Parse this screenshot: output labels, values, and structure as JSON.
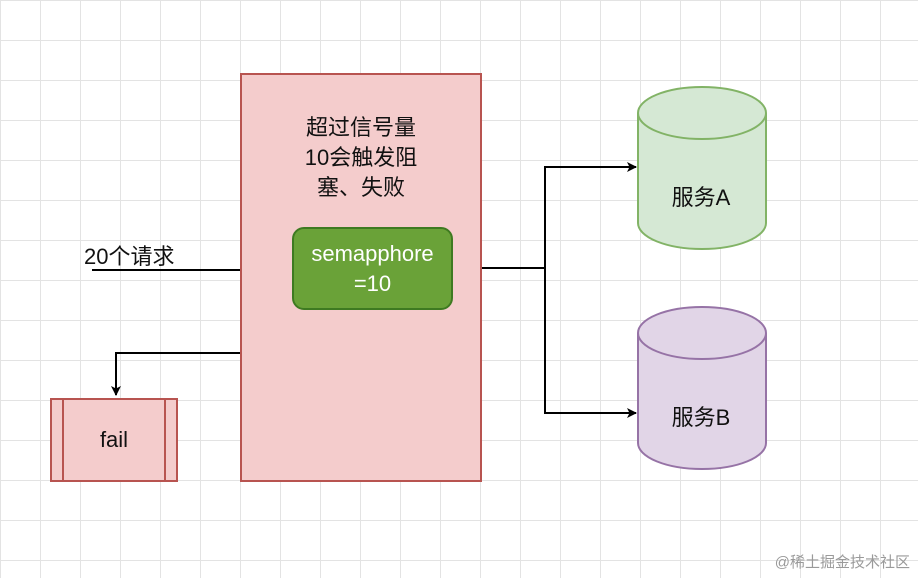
{
  "diagram": {
    "container": {
      "label": "超过信号量\n10会触发阻\n塞、失败",
      "fill": "#f4cccc",
      "stroke": "#b85450"
    },
    "semaphore": {
      "label": "semapphore\n=10",
      "fill": "#6aa238",
      "stroke": "#3e7a21"
    },
    "requests": {
      "label": "20个请求"
    },
    "fail": {
      "label": "fail",
      "fill": "#f4cccc",
      "stroke": "#b85450"
    },
    "service_a": {
      "label": "服务A",
      "fill": "#d5e8d4",
      "stroke": "#82b366"
    },
    "service_b": {
      "label": "服务B",
      "fill": "#e1d5e7",
      "stroke": "#9673a6"
    },
    "edges": [
      {
        "from": "requests",
        "to": "semaphore"
      },
      {
        "from": "semaphore",
        "to": "service_a"
      },
      {
        "from": "semaphore",
        "to": "service_b"
      },
      {
        "from": "semaphore",
        "to": "fail"
      }
    ]
  },
  "watermark": "@稀土掘金技术社区"
}
